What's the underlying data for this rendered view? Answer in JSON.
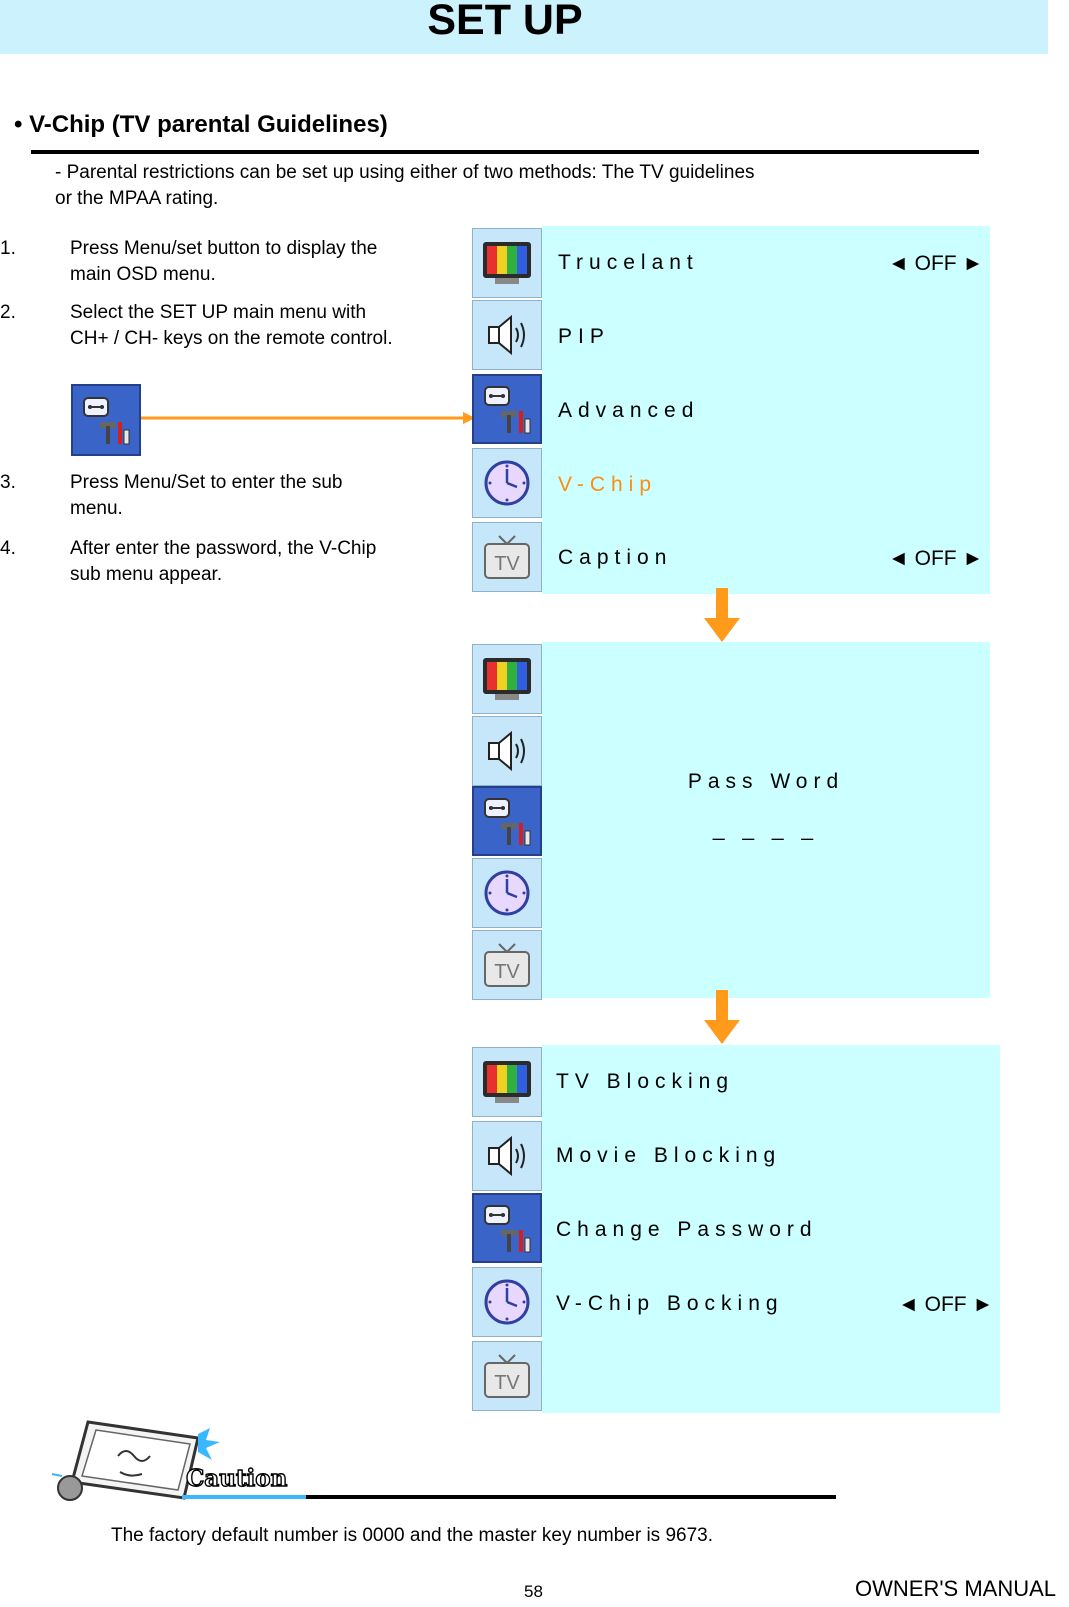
{
  "header": {
    "title": "SET UP"
  },
  "section": {
    "heading": "• V-Chip (TV parental Guidelines)",
    "intro": "- Parental restrictions can be set up using either of two methods: The TV guidelines or the MPAA rating."
  },
  "steps": [
    {
      "num": "1.",
      "text": "Press Menu/set button to display the main OSD menu."
    },
    {
      "num": "2.",
      "text": "Select the SET UP main menu with CH+ / CH- keys on the remote control."
    },
    {
      "num": "3.",
      "text": "Press Menu/Set to enter the sub menu."
    },
    {
      "num": "4.",
      "text": "After enter the password, the V-Chip sub menu appear."
    }
  ],
  "icons": [
    "picture-bars-icon",
    "speaker-icon",
    "setup-tools-icon",
    "clock-icon",
    "tv-icon"
  ],
  "menu1": {
    "items": [
      {
        "label": "Trucelant",
        "value": "◄ OFF ►"
      },
      {
        "label": "PIP",
        "value": ""
      },
      {
        "label": "Advanced",
        "value": ""
      },
      {
        "label": "V-Chip",
        "value": ""
      },
      {
        "label": "Caption",
        "value": "◄ OFF ►"
      }
    ],
    "highlighted_index": 3
  },
  "menu2": {
    "title": "Pass Word",
    "field": "_ _ _ _"
  },
  "menu3": {
    "items": [
      {
        "label": "TV Blocking",
        "value": ""
      },
      {
        "label": "Movie Blocking",
        "value": ""
      },
      {
        "label": "Change Password",
        "value": ""
      },
      {
        "label": "V-Chip Bocking",
        "value": "◄ OFF ►"
      }
    ]
  },
  "caution": {
    "label": "Caution",
    "text": "The factory default number is 0000 and the master key number is 9673."
  },
  "footer": {
    "page": "58",
    "manual": "OWNER'S MANUAL"
  },
  "colors": {
    "header_bg": "#ccf3fd",
    "menu_bg": "#ccffff",
    "highlight": "#ff8c10",
    "selected_icon_bg": "#3b64c8"
  }
}
